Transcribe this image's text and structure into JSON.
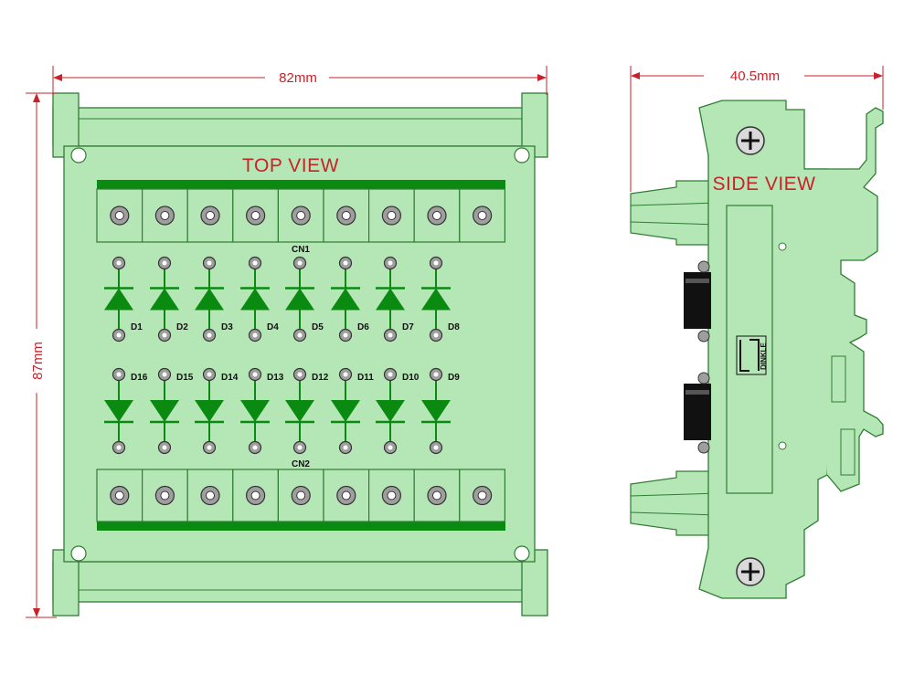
{
  "dimensions": {
    "width_top": "82mm",
    "height_top": "87mm",
    "width_side": "40.5mm"
  },
  "top_view": {
    "title": "TOP VIEW",
    "connectors": [
      "CN1",
      "CN2"
    ],
    "terminals_per_connector": 9,
    "diodes_upper": [
      "D1",
      "D2",
      "D3",
      "D4",
      "D5",
      "D6",
      "D7",
      "D8"
    ],
    "diodes_lower": [
      "D16",
      "D15",
      "D14",
      "D13",
      "D12",
      "D11",
      "D10",
      "D9"
    ]
  },
  "side_view": {
    "title": "SIDE VIEW",
    "brand": "DINKLE"
  },
  "colors": {
    "board": "#b5e6b5",
    "outline": "#2e7d32",
    "diode": "#0b8a12",
    "dimension": "#c8232a",
    "pad": "#9e9e9e"
  }
}
